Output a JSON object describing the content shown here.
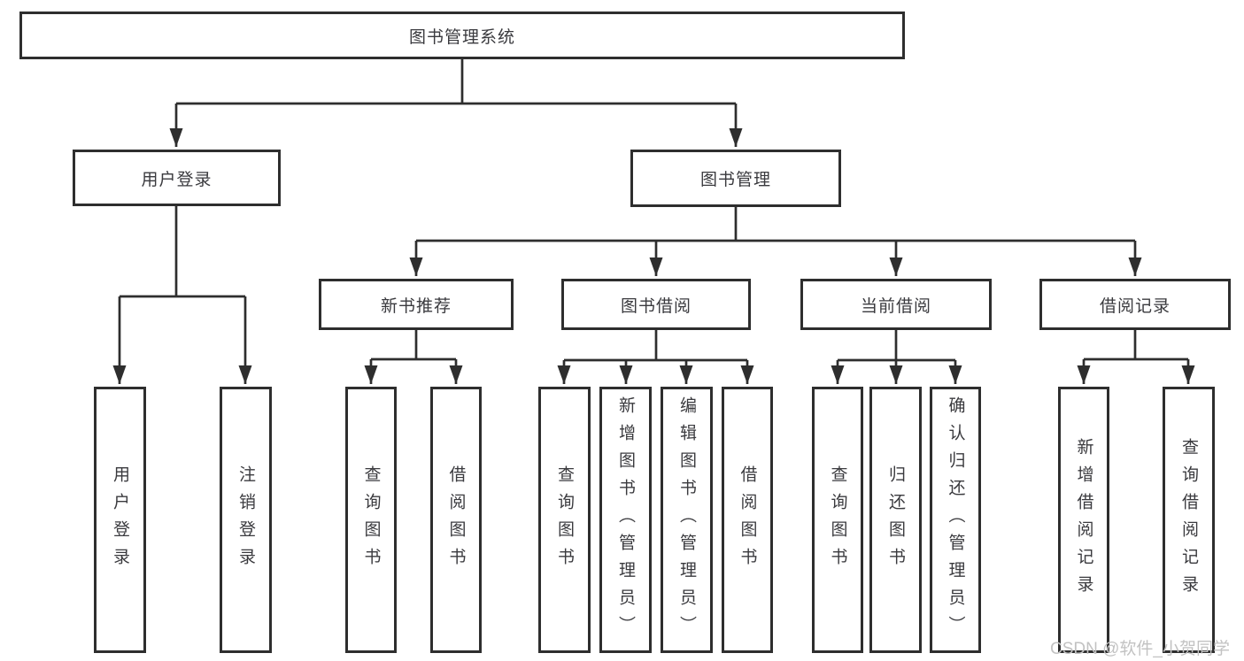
{
  "diagram": {
    "type": "functional-structure-tree",
    "colors": {
      "line": "#2e2e2e",
      "box_border": "#2e2e2e",
      "text": "#3a3a3e",
      "watermark": "#c2c2c2",
      "background": "#ffffff"
    },
    "root": {
      "label": "图书管理系统",
      "children": [
        {
          "label": "用户登录",
          "children": [
            {
              "label": "用户登录"
            },
            {
              "label": "注销登录"
            }
          ]
        },
        {
          "label": "图书管理",
          "children": [
            {
              "label": "新书推荐",
              "children": [
                {
                  "label": "查询图书"
                },
                {
                  "label": "借阅图书"
                }
              ]
            },
            {
              "label": "图书借阅",
              "children": [
                {
                  "label": "查询图书"
                },
                {
                  "label": "新增图书（管理员）"
                },
                {
                  "label": "编辑图书（管理员）"
                },
                {
                  "label": "借阅图书"
                }
              ]
            },
            {
              "label": "当前借阅",
              "children": [
                {
                  "label": "查询图书"
                },
                {
                  "label": "归还图书"
                },
                {
                  "label": "确认归还（管理员）"
                }
              ]
            },
            {
              "label": "借阅记录",
              "children": [
                {
                  "label": "新增借阅记录"
                },
                {
                  "label": "查询借阅记录"
                }
              ]
            }
          ]
        }
      ]
    },
    "watermark": {
      "text": "CSDN @软件_小贺同学"
    }
  }
}
